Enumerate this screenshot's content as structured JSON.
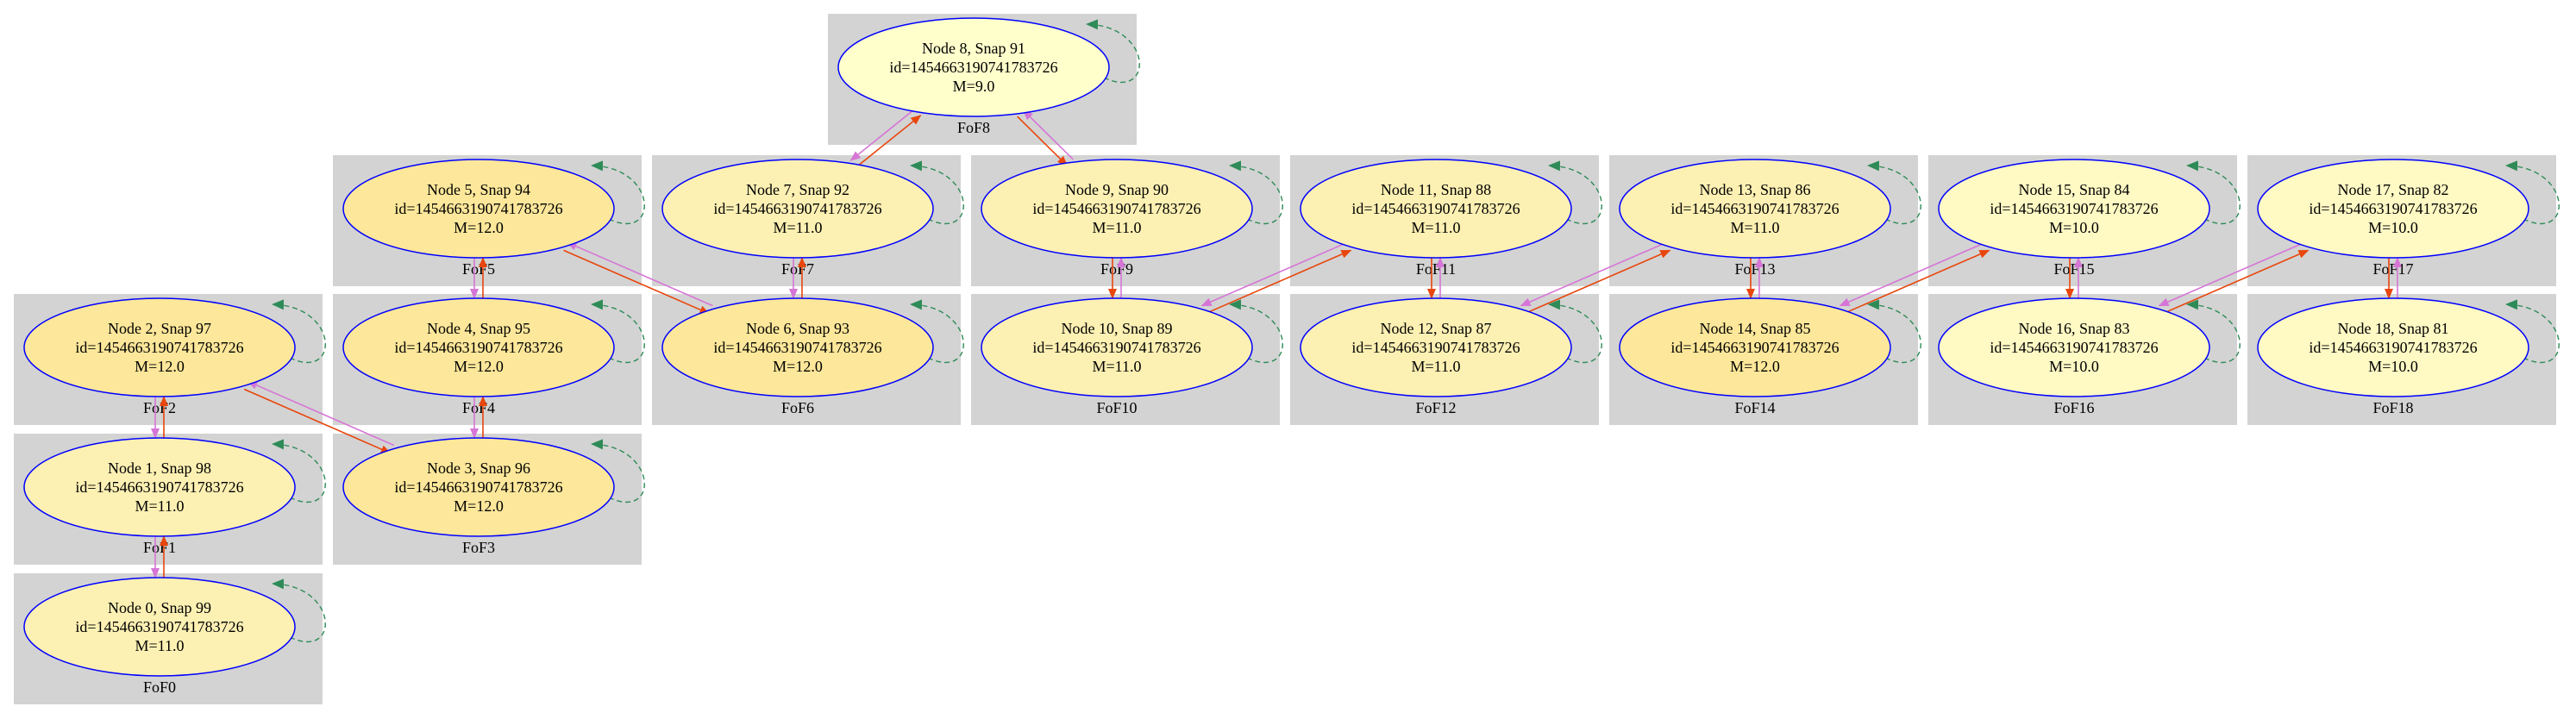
{
  "colors": {
    "cluster_fill": "#d3d3d3",
    "node_stroke": "#0000ff",
    "node_fill_m12": "#fde79a",
    "node_fill_m11": "#fdf0b3",
    "node_fill_m10": "#fff9c4",
    "node_fill_m9": "#ffffcc",
    "progenitor_edge": "#e8460c",
    "descendant_edge": "#d675d6",
    "self_loop": "#2e8b57"
  },
  "clusters": [
    {
      "id": "FoF0",
      "label": "FoF0"
    },
    {
      "id": "FoF1",
      "label": "FoF1"
    },
    {
      "id": "FoF2",
      "label": "FoF2"
    },
    {
      "id": "FoF3",
      "label": "FoF3"
    },
    {
      "id": "FoF4",
      "label": "FoF4"
    },
    {
      "id": "FoF5",
      "label": "FoF5"
    },
    {
      "id": "FoF6",
      "label": "FoF6"
    },
    {
      "id": "FoF7",
      "label": "FoF7"
    },
    {
      "id": "FoF8",
      "label": "FoF8"
    },
    {
      "id": "FoF9",
      "label": "FoF9"
    },
    {
      "id": "FoF10",
      "label": "FoF10"
    },
    {
      "id": "FoF11",
      "label": "FoF11"
    },
    {
      "id": "FoF12",
      "label": "FoF12"
    },
    {
      "id": "FoF13",
      "label": "FoF13"
    },
    {
      "id": "FoF14",
      "label": "FoF14"
    },
    {
      "id": "FoF15",
      "label": "FoF15"
    },
    {
      "id": "FoF16",
      "label": "FoF16"
    },
    {
      "id": "FoF17",
      "label": "FoF17"
    },
    {
      "id": "FoF18",
      "label": "FoF18"
    }
  ],
  "nodes": [
    {
      "id": 0,
      "line1": "Node 0, Snap 99",
      "line2": "id=1454663190741783726",
      "line3": "M=11.0",
      "mass": 11.0
    },
    {
      "id": 1,
      "line1": "Node 1, Snap 98",
      "line2": "id=1454663190741783726",
      "line3": "M=11.0",
      "mass": 11.0
    },
    {
      "id": 2,
      "line1": "Node 2, Snap 97",
      "line2": "id=1454663190741783726",
      "line3": "M=12.0",
      "mass": 12.0
    },
    {
      "id": 3,
      "line1": "Node 3, Snap 96",
      "line2": "id=1454663190741783726",
      "line3": "M=12.0",
      "mass": 12.0
    },
    {
      "id": 4,
      "line1": "Node 4, Snap 95",
      "line2": "id=1454663190741783726",
      "line3": "M=12.0",
      "mass": 12.0
    },
    {
      "id": 5,
      "line1": "Node 5, Snap 94",
      "line2": "id=1454663190741783726",
      "line3": "M=12.0",
      "mass": 12.0
    },
    {
      "id": 6,
      "line1": "Node 6, Snap 93",
      "line2": "id=1454663190741783726",
      "line3": "M=12.0",
      "mass": 12.0
    },
    {
      "id": 7,
      "line1": "Node 7, Snap 92",
      "line2": "id=1454663190741783726",
      "line3": "M=11.0",
      "mass": 11.0
    },
    {
      "id": 8,
      "line1": "Node 8, Snap 91",
      "line2": "id=1454663190741783726",
      "line3": "M=9.0",
      "mass": 9.0
    },
    {
      "id": 9,
      "line1": "Node 9, Snap 90",
      "line2": "id=1454663190741783726",
      "line3": "M=11.0",
      "mass": 11.0
    },
    {
      "id": 10,
      "line1": "Node 10, Snap 89",
      "line2": "id=1454663190741783726",
      "line3": "M=11.0",
      "mass": 11.0
    },
    {
      "id": 11,
      "line1": "Node 11, Snap 88",
      "line2": "id=1454663190741783726",
      "line3": "M=11.0",
      "mass": 11.0
    },
    {
      "id": 12,
      "line1": "Node 12, Snap 87",
      "line2": "id=1454663190741783726",
      "line3": "M=11.0",
      "mass": 11.0
    },
    {
      "id": 13,
      "line1": "Node 13, Snap 86",
      "line2": "id=1454663190741783726",
      "line3": "M=11.0",
      "mass": 11.0
    },
    {
      "id": 14,
      "line1": "Node 14, Snap 85",
      "line2": "id=1454663190741783726",
      "line3": "M=12.0",
      "mass": 12.0
    },
    {
      "id": 15,
      "line1": "Node 15, Snap 84",
      "line2": "id=1454663190741783726",
      "line3": "M=10.0",
      "mass": 10.0
    },
    {
      "id": 16,
      "line1": "Node 16, Snap 83",
      "line2": "id=1454663190741783726",
      "line3": "M=10.0",
      "mass": 10.0
    },
    {
      "id": 17,
      "line1": "Node 17, Snap 82",
      "line2": "id=1454663190741783726",
      "line3": "M=10.0",
      "mass": 10.0
    },
    {
      "id": 18,
      "line1": "Node 18, Snap 81",
      "line2": "id=1454663190741783726",
      "line3": "M=10.0",
      "mass": 10.0
    }
  ],
  "edges": [
    {
      "from": 0,
      "to": 1
    },
    {
      "from": 1,
      "to": 2
    },
    {
      "from": 2,
      "to": 3
    },
    {
      "from": 3,
      "to": 4
    },
    {
      "from": 4,
      "to": 5
    },
    {
      "from": 5,
      "to": 6
    },
    {
      "from": 6,
      "to": 7
    },
    {
      "from": 7,
      "to": 8
    },
    {
      "from": 8,
      "to": 9
    },
    {
      "from": 9,
      "to": 10
    },
    {
      "from": 10,
      "to": 11
    },
    {
      "from": 11,
      "to": 12
    },
    {
      "from": 12,
      "to": 13
    },
    {
      "from": 13,
      "to": 14
    },
    {
      "from": 14,
      "to": 15
    },
    {
      "from": 15,
      "to": 16
    },
    {
      "from": 16,
      "to": 17
    },
    {
      "from": 17,
      "to": 18
    }
  ]
}
